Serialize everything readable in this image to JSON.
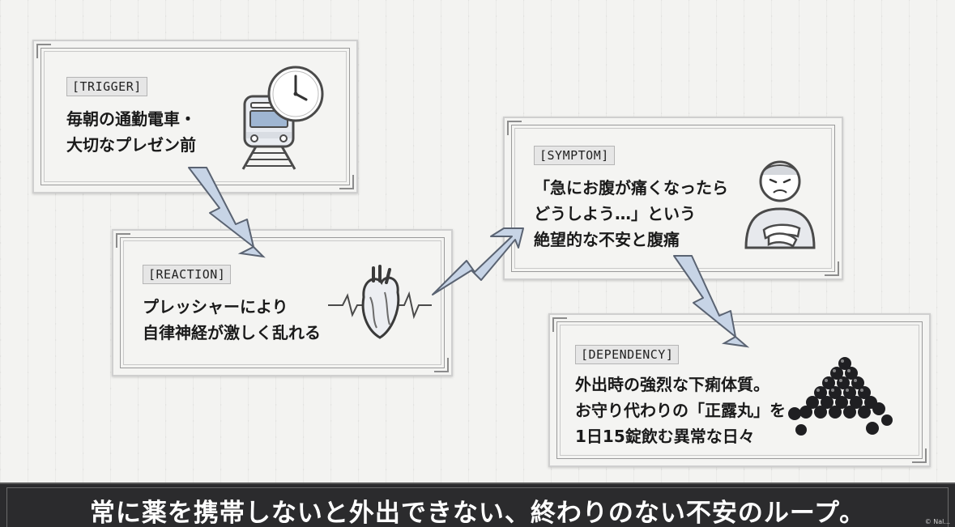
{
  "cards": {
    "trigger": {
      "tag": "[TRIGGER]",
      "lines": [
        "毎朝の通勤電車・",
        "大切なプレゼン前"
      ]
    },
    "reaction": {
      "tag": "[REACTION]",
      "lines": [
        "プレッシャーにより",
        "自律神経が激しく乱れる"
      ]
    },
    "symptom": {
      "tag": "[SYMPTOM]",
      "lines": [
        "「急にお腹が痛くなったら",
        "どうしよう…」という",
        "絶望的な不安と腹痛"
      ]
    },
    "dependency": {
      "tag": "[DEPENDENCY]",
      "lines": [
        "外出時の強烈な下痢体質。",
        "お守り代わりの「正露丸」を",
        "1日15錠飲む異常な日々"
      ]
    }
  },
  "banner": {
    "text": "常に薬を携帯しないと外出できない、終わりのない不安のループ。",
    "credit": "© Nal..."
  },
  "icons": {
    "trigger": [
      "train-icon",
      "clock-icon"
    ],
    "reaction": "heart-icon",
    "symptom": "person-stomachache-icon",
    "dependency": "pill-pile-icon"
  },
  "colors": {
    "accent": "#9fb6d2",
    "arrow": "#c7d4e6",
    "banner": "#2b2b2d"
  }
}
